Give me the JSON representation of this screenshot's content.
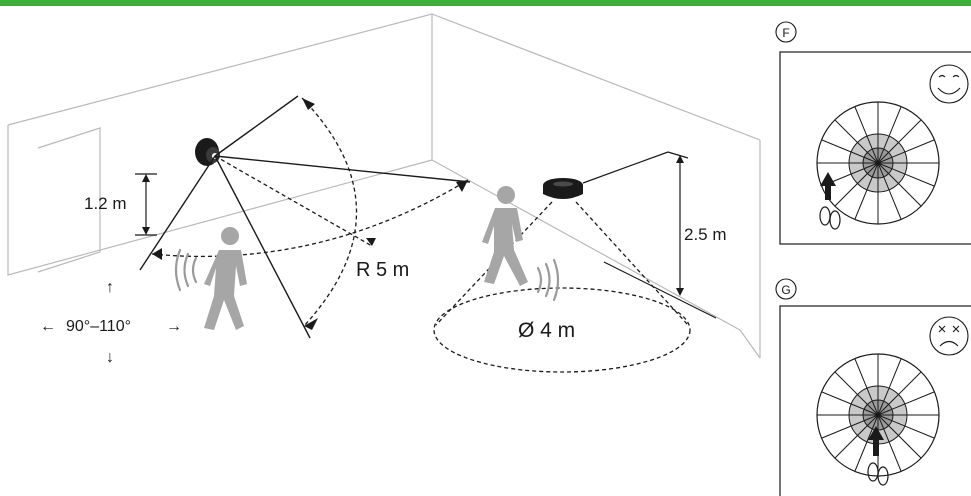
{
  "colors": {
    "top_bar": "#3fae3a",
    "person": "#a6a6a6",
    "zone_inner": "#9b9b9b",
    "zone_mid": "#c9c9c9",
    "outline": "#1a1a1a",
    "wall": "#b9b9b9"
  },
  "wall_sensor": {
    "mount_height": "1.2 m",
    "range": "R 5 m",
    "angle": "90°–110°",
    "arrow_left": "←",
    "arrow_right": "→",
    "arrow_up": "↑",
    "arrow_down": "↓"
  },
  "ceiling_sensor": {
    "mount_height": "2.5 m",
    "diameter": "Ø 4 m"
  },
  "panels": [
    {
      "letter": "F",
      "face": "smiley-happy-icon",
      "approach": "tangential"
    },
    {
      "letter": "G",
      "face": "smiley-dizzy-icon",
      "approach": "frontal"
    }
  ],
  "icons": [
    "wall-sensor-icon",
    "ceiling-sensor-icon",
    "person-walking-icon",
    "motion-waves-icon",
    "walking-feet-icon",
    "arrow-up-icon"
  ]
}
